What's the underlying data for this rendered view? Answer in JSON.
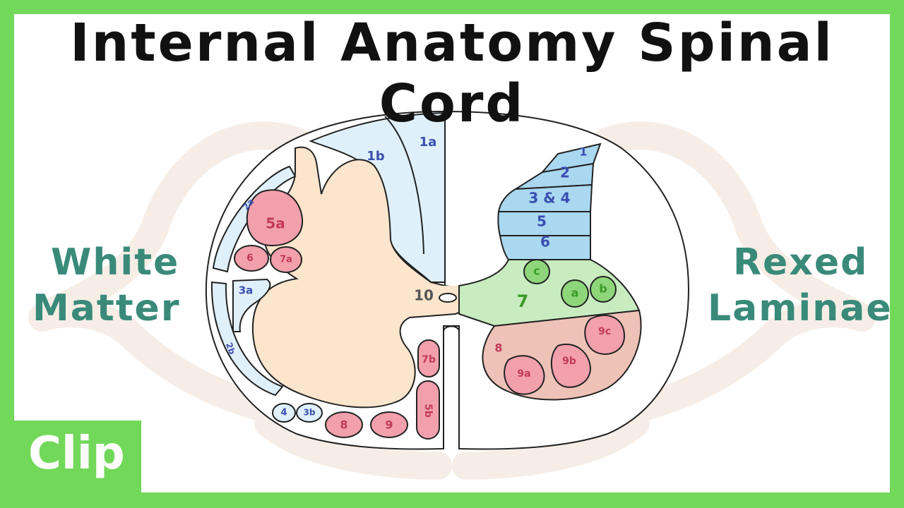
{
  "title": "Internal Anatomy Spinal Cord",
  "left_label": {
    "line1": "White",
    "line2": "Matter"
  },
  "right_label": {
    "line1": "Rexed",
    "line2": "Laminae"
  },
  "badge": "Clip",
  "white_matter_labels": {
    "l1b": "1b",
    "l1a": "1a",
    "l2a": "2a",
    "l5a": "5a",
    "l6": "6",
    "l7a": "7a",
    "l3a": "3a",
    "l2b": "2b",
    "l4": "4",
    "l3b": "3b",
    "l8": "8",
    "l9": "9",
    "l5b": "5b",
    "l7b": "7b"
  },
  "central_label": "10",
  "laminae_labels": {
    "r1": "1",
    "r2": "2",
    "r34": "3 & 4",
    "r5": "5",
    "r6": "6",
    "r7": "7",
    "rc": "c",
    "ra": "a",
    "rb": "b",
    "r8": "8",
    "r9a": "9a",
    "r9b": "9b",
    "r9c": "9c"
  },
  "colors": {
    "border_green": "#72d85a",
    "white_matter_blue": "#dff0fa",
    "lamina_blue": "#a9d8f0",
    "lamina_green": "#c8ecc0",
    "nucleus_green": "#8ed67a",
    "grey_matter_peach": "#fbe5cc",
    "motor_salmon": "#efc2b8",
    "nucleus_pink": "#f2a0ac",
    "label_teal": "#3a8a7a"
  }
}
